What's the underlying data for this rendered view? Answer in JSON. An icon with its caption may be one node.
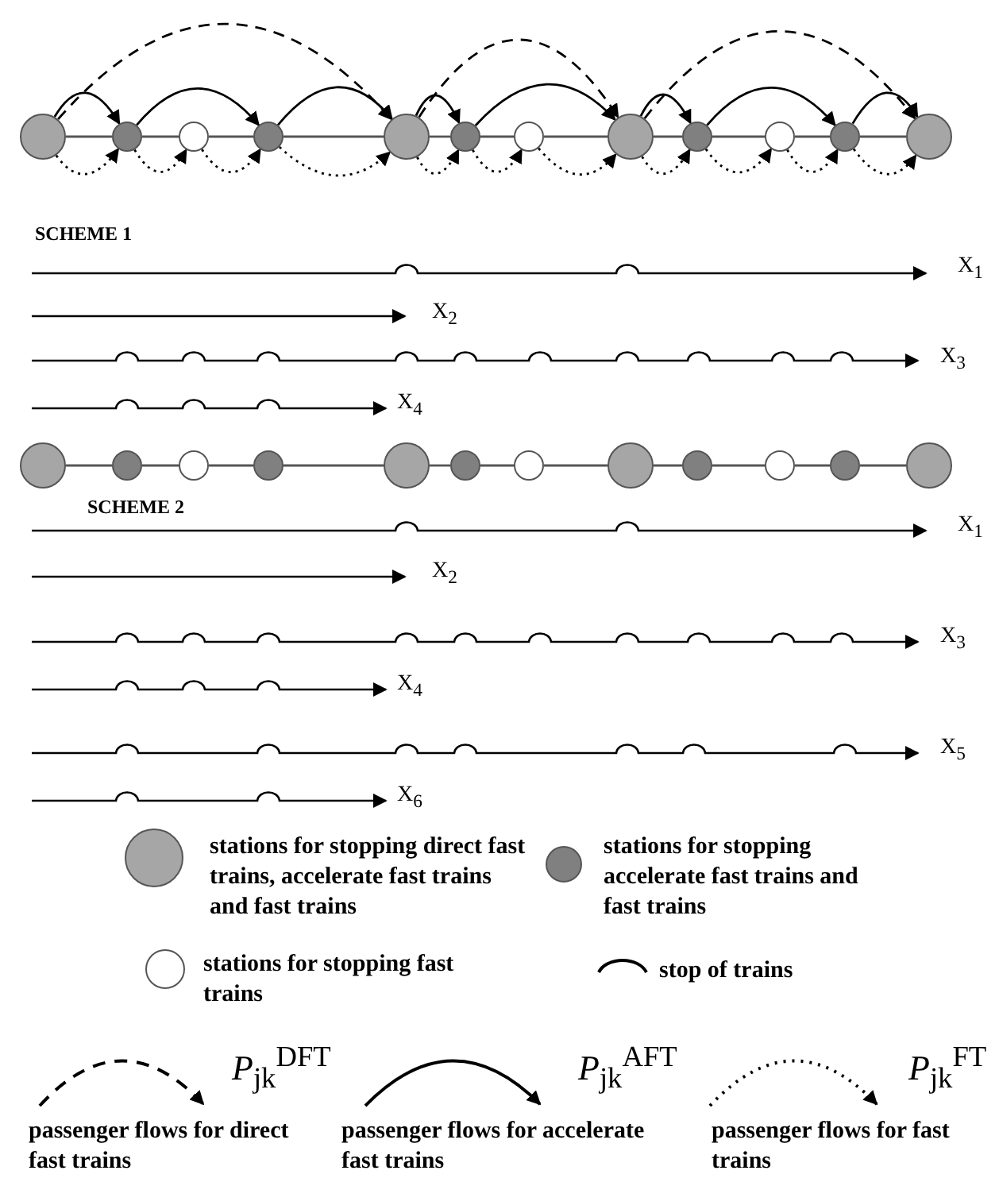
{
  "diagram": {
    "nodes": [
      {
        "text": [],
        "shape": "circle"
      },
      {
        "text": [],
        "shape": "circle"
      },
      {
        "text": [],
        "shape": "circle"
      },
      {
        "text": [],
        "shape": "circle"
      },
      {
        "text": [],
        "shape": "circle"
      },
      {
        "text": [],
        "shape": "circle"
      },
      {
        "text": [],
        "shape": "circle"
      },
      {
        "text": [],
        "shape": "circle"
      },
      {
        "text": [],
        "shape": "circle"
      },
      {
        "text": [],
        "shape": "circle"
      },
      {
        "text": [],
        "shape": "circle"
      },
      {
        "text": [],
        "shape": "circle"
      },
      {
        "text": [],
        "shape": "circle"
      },
      {
        "text": [],
        "shape": "circle"
      },
      {
        "text": [],
        "shape": "circle"
      },
      {
        "text": [],
        "shape": "circle"
      },
      {
        "text": [],
        "shape": "circle"
      },
      {
        "text": [],
        "shape": "circle"
      },
      {
        "text": [],
        "shape": "circle"
      },
      {
        "text": [],
        "shape": "circle"
      },
      {
        "text": [],
        "shape": "circle"
      },
      {
        "text": [],
        "shape": "circle"
      },
      {
        "text": [],
        "shape": "circle"
      },
      {
        "text": [],
        "shape": "circle"
      }
    ],
    "edges": [
      {
        "from": 0,
        "to": 1,
        "arrow": "none",
        "color": "#555555"
      },
      {
        "from": 1,
        "to": 2,
        "arrow": "none",
        "color": "#555555"
      },
      {
        "from": 2,
        "to": 3,
        "arrow": "none",
        "color": "#555555"
      },
      {
        "from": 3,
        "to": 4,
        "arrow": "none",
        "color": "#555555"
      },
      {
        "from": 4,
        "to": 5,
        "arrow": "none",
        "color": "#555555"
      },
      {
        "from": 5,
        "to": 6,
        "arrow": "none",
        "color": "#555555"
      },
      {
        "from": 6,
        "to": 7,
        "arrow": "none",
        "color": "#555555"
      },
      {
        "from": 7,
        "to": 8,
        "arrow": "none",
        "color": "#555555"
      },
      {
        "from": 8,
        "to": 9,
        "arrow": "none",
        "color": "#555555"
      },
      {
        "from": 9,
        "to": 10,
        "arrow": "none",
        "color": "#555555"
      },
      {
        "from": 10,
        "to": 11,
        "arrow": "none",
        "color": "#555555"
      },
      {
        "from": 0,
        "to": 4,
        "arrow": "to",
        "style": "dashed"
      },
      {
        "from": 4,
        "to": 7,
        "arrow": "to",
        "style": "dashed"
      },
      {
        "from": 7,
        "to": 11,
        "arrow": "to",
        "style": "dashed"
      },
      {
        "from": 0,
        "to": 1,
        "arrow": "to"
      },
      {
        "from": 1,
        "to": 3,
        "arrow": "to"
      },
      {
        "from": 3,
        "to": 4,
        "arrow": "to"
      },
      {
        "from": 4,
        "to": 5,
        "arrow": "to"
      },
      {
        "from": 5,
        "to": 7,
        "arrow": "to"
      },
      {
        "from": 7,
        "to": 8,
        "arrow": "to"
      },
      {
        "from": 8,
        "to": 10,
        "arrow": "to"
      },
      {
        "from": 10,
        "to": 11,
        "arrow": "to"
      },
      {
        "from": 0,
        "to": 1,
        "arrow": "to",
        "style": "dashed"
      },
      {
        "from": 1,
        "to": 2,
        "arrow": "to",
        "style": "dashed"
      },
      {
        "from": 2,
        "to": 3,
        "arrow": "to",
        "style": "dashed"
      },
      {
        "from": 3,
        "to": 4,
        "arrow": "to",
        "style": "dashed"
      },
      {
        "from": 4,
        "to": 5,
        "arrow": "to",
        "style": "dashed"
      },
      {
        "from": 5,
        "to": 6,
        "arrow": "to",
        "style": "dashed"
      },
      {
        "from": 6,
        "to": 7,
        "arrow": "to",
        "style": "dashed"
      },
      {
        "from": 7,
        "to": 8,
        "arrow": "to",
        "style": "dashed"
      },
      {
        "from": 8,
        "to": 9,
        "arrow": "to",
        "style": "dashed"
      },
      {
        "from": 9,
        "to": 10,
        "arrow": "to",
        "style": "dashed"
      },
      {
        "from": 10,
        "to": 11,
        "arrow": "to",
        "style": "dashed"
      },
      {
        "from": 12,
        "to": 13,
        "arrow": "none",
        "color": "#555555"
      },
      {
        "from": 13,
        "to": 14,
        "arrow": "none",
        "color": "#555555"
      },
      {
        "from": 14,
        "to": 15,
        "arrow": "none",
        "color": "#555555"
      },
      {
        "from": 15,
        "to": 16,
        "arrow": "none",
        "color": "#555555"
      },
      {
        "from": 16,
        "to": 17,
        "arrow": "none",
        "color": "#555555"
      },
      {
        "from": 17,
        "to": 18,
        "arrow": "none",
        "color": "#555555"
      },
      {
        "from": 18,
        "to": 19,
        "arrow": "none",
        "color": "#555555"
      },
      {
        "from": 19,
        "to": 20,
        "arrow": "none",
        "color": "#555555"
      },
      {
        "from": 20,
        "to": 21,
        "arrow": "none",
        "color": "#555555"
      },
      {
        "from": 21,
        "to": 22,
        "arrow": "none",
        "color": "#555555"
      },
      {
        "from": 22,
        "to": 23,
        "arrow": "none",
        "color": "#555555"
      }
    ],
    "labels": [
      "SCHEME 1",
      "X$_{1}$",
      "X$_{2}$",
      "X$_{3}$",
      "X$_{4}$",
      "SCHEME 2",
      "X$_{1}$",
      "X$_{2}$",
      "X$_{3}$",
      "X$_{4}$",
      "X$_{5}$",
      "X$_{6}$",
      "*P*$_{jk}$$^{DFT}$",
      "*P*$_{jk}$$^{AFT}$",
      "*P*$_{jk}$$^{FT}$"
    ],
    "legend": [
      {
        "text": "stations for stopping direct fast trains, accelerate fast trains and fast trains",
        "color": "#a6a6a6"
      },
      {
        "text": "stations for stopping accelerate fast trains and fast trains",
        "color": "#808080"
      },
      {
        "text": "stations for stopping fast trains",
        "color": "#ffffff"
      },
      {
        "text": "stop of trains"
      },
      {
        "text": "passenger flows for direct fast trains"
      },
      {
        "text": "passenger flows for accelerate fast trains"
      },
      {
        "text": "passenger flows for fast trains"
      }
    ]
  }
}
